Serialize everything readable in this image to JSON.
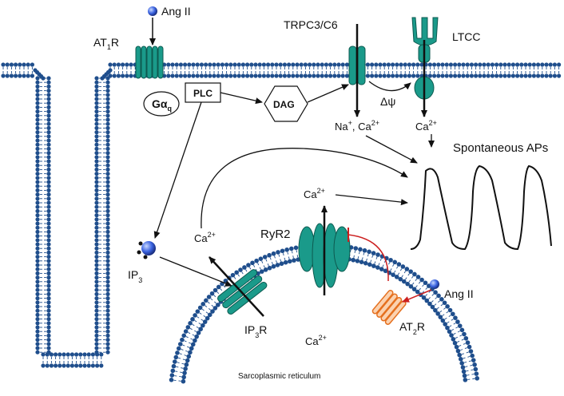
{
  "labels": {
    "ang_ii_top": "Ang II",
    "at1r": "AT",
    "at1r_sub": "1",
    "at1r_suffix": "R",
    "gaq": "Gα",
    "gaq_sub": "q",
    "plc": "PLC",
    "dag": "DAG",
    "trpc": "TRPC3/C6",
    "ltcc": "LTCC",
    "delta_psi": "Δψ",
    "na_ca": "Na",
    "na_sup": "+",
    "ca_mid": ", Ca",
    "ca_mid_sup": "2+",
    "ca_ltcc": "Ca",
    "ca_ltcc_sup": "2+",
    "spont_aps": "Spontaneous APs",
    "ca_ryr": "Ca",
    "ca_ryr_sup": "2+",
    "ryr2": "RyR2",
    "ca_left": "Ca",
    "ca_left_sup": "2+",
    "ip3": "IP",
    "ip3_sub": "3",
    "ip3r": "IP",
    "ip3r_sub": "3",
    "ip3r_suffix": "R",
    "ca_sr": "Ca",
    "ca_sr_sup": "2+",
    "ang_ii_right": "Ang II",
    "at2r": "AT",
    "at2r_sub": "2",
    "at2r_suffix": "R",
    "sr": "Sarcoplasmic reticulum"
  },
  "colors": {
    "membrane": "#1f4e8c",
    "channel_teal": "#1a9a8a",
    "at2r_orange": "#e5701f",
    "inhibition_red": "#cc1f1f",
    "ligand_blue": "#3a62e0"
  }
}
